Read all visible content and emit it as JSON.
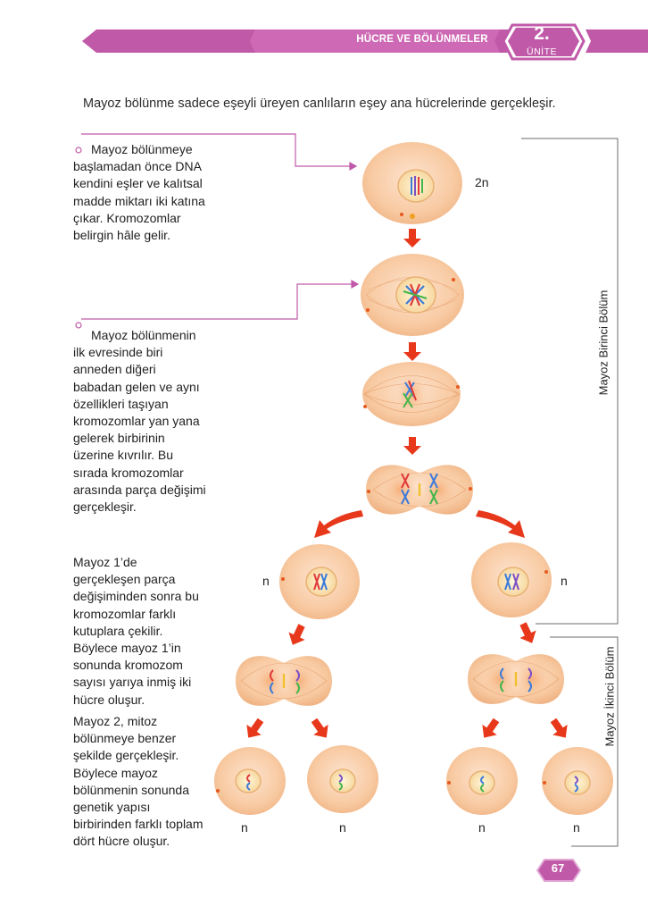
{
  "header": {
    "title": "HÜCRE VE BÖLÜNMELER",
    "unit_number": "2.",
    "unit_label": "ÜNİTE",
    "accent_color": "#c05aa8"
  },
  "intro_text": "Mayoz bölünme sadece eşeyli üreyen canlıların eşey ana hücrelerinde gerçekleşir.",
  "paragraphs": {
    "p1": "Mayoz bölünmeye başlamadan önce DNA kendini eşler ve kalıtsal madde miktarı iki katına çıkar. Kromozomlar belirgin hâle gelir.",
    "p2": "Mayoz bölünmenin ilk evresinde biri anneden diğeri babadan gelen ve aynı özellikleri taşıyan kromozomlar yan yana gelerek birbirinin üzerine kıvrılır. Bu sırada kromozomlar arasında parça değişimi gerçekleşir.",
    "p3": "Mayoz 1’de gerçekleşen parça değişiminden sonra bu kromozomlar farklı kutuplara çekilir. Böylece mayoz 1’in sonunda kromozom sayısı yarıya inmiş iki hücre oluşur.",
    "p4": "Mayoz 2, mitoz bölünmeye benzer şekilde gerçekleşir. Böylece mayoz bölünmenin sonunda genetik yapısı birbirinden farklı toplam dört hücre oluşur."
  },
  "diagram": {
    "ploidy_start": "2n",
    "ploidy_mid_left": "n",
    "ploidy_mid_right": "n",
    "ploidy_final": [
      "n",
      "n",
      "n",
      "n"
    ],
    "phase1_label": "Mayoz Birinci Bölüm",
    "phase2_label": "Mayoz İkinci Bölüm",
    "arrow_color": "#e8381b",
    "cell_color": "#f8c59a",
    "leader_color": "#c05aa8"
  },
  "footer": {
    "page_number": "67"
  }
}
